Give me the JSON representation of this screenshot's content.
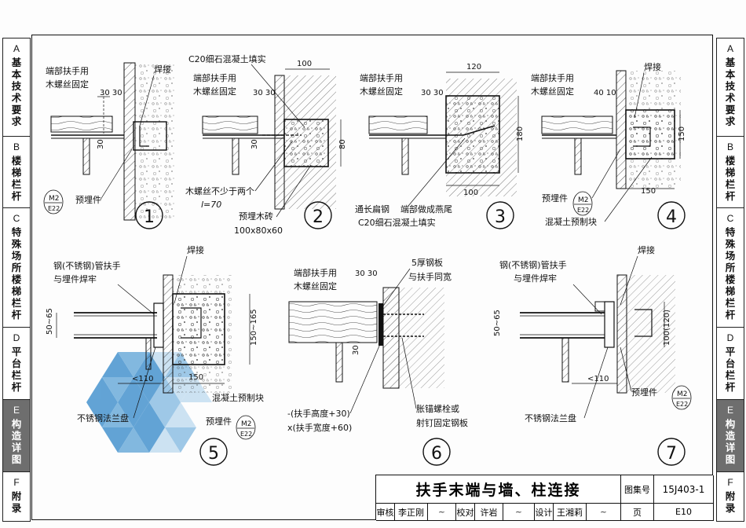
{
  "sidebar_left": [
    {
      "letter": "A",
      "name": "基本技术要求"
    },
    {
      "letter": "B",
      "name": "楼梯栏杆"
    },
    {
      "letter": "C",
      "name": "特殊场所楼梯栏杆"
    },
    {
      "letter": "D",
      "name": "平台栏杆"
    },
    {
      "letter": "E",
      "name": "构造详图"
    },
    {
      "letter": "F",
      "name": "附录"
    }
  ],
  "sidebar_right": [
    {
      "letter": "A",
      "name": "基本技术要求"
    },
    {
      "letter": "B",
      "name": "楼梯栏杆"
    },
    {
      "letter": "C",
      "name": "特殊场所楼梯栏杆"
    },
    {
      "letter": "D",
      "name": "平台栏杆"
    },
    {
      "letter": "E",
      "name": "构造详图"
    },
    {
      "letter": "F",
      "name": "附录"
    }
  ],
  "active_tab": "E",
  "details": {
    "d1": {
      "num": "1",
      "label_end": "端部扶手用",
      "label_screw": "木螺丝固定",
      "dim_top": "30 30",
      "dim_side": "30",
      "label_weld": "焊接",
      "label_embed": "预埋件",
      "ref_top": "M2",
      "ref_bottom": "E22"
    },
    "d2": {
      "num": "2",
      "label_fill": "C20细石混凝土填实",
      "label_end": "端部扶手用",
      "label_screw": "木螺丝固定",
      "dim_top": "30 30",
      "dim_width": "100",
      "dim_side": "30",
      "dim_height": "80",
      "label_screws": "木螺丝不少于两个",
      "label_length": "l=70",
      "label_block": "预埋木砖",
      "label_block_size": "100x80x60"
    },
    "d3": {
      "num": "3",
      "label_end": "端部扶手用",
      "label_screw": "木螺丝固定",
      "dim_top": "30 30",
      "dim_width": "120",
      "dim_height": "180",
      "dim_bottom": "100",
      "label_steel": "通长扁钢",
      "label_tail": "端部做成燕尾",
      "label_fill": "C20细石混凝土填实"
    },
    "d4": {
      "num": "4",
      "label_end": "端部扶手用",
      "label_screw": "木螺丝固定",
      "dim_top": "40 10",
      "label_weld": "焊接",
      "dim_height": "150",
      "dim_width": "150",
      "label_embed": "预埋件",
      "ref_top": "M2",
      "ref_bottom": "E22",
      "label_block": "混凝土预制块"
    },
    "d5": {
      "num": "5",
      "label_pipe": "钢(不锈钢)管扶手",
      "label_pipe2": "与埋件焊牢",
      "label_weld": "焊接",
      "dim_pipe": "50~65",
      "dim_height": "150~165",
      "dim_flange": "<110",
      "dim_width": "150",
      "label_block": "混凝土预制块",
      "label_flange": "不锈钢法兰盘",
      "label_embed": "预埋件",
      "ref_top": "M2",
      "ref_bottom": "E22"
    },
    "d6": {
      "num": "6",
      "label_end": "端部扶手用",
      "label_screw": "木螺丝固定",
      "dim_top": "30 30",
      "label_plate": "5厚钢板",
      "label_plate2": "与扶手同宽",
      "dim_side": "30",
      "formula1": "-(扶手高度+30)",
      "formula2": "x(扶手宽度+60)",
      "label_bolt": "胀锚螺栓或",
      "label_bolt2": "射钉固定钢板"
    },
    "d7": {
      "num": "7",
      "label_pipe": "钢(不锈钢)管扶手",
      "label_pipe2": "与埋件焊牢",
      "label_weld": "焊接",
      "dim_pipe": "50~65",
      "dim_height": "100(120)",
      "dim_flange": "<110",
      "label_embed": "预埋件",
      "ref_top": "M2",
      "ref_bottom": "E22",
      "label_flange": "不锈钢法兰盘"
    }
  },
  "title_block": {
    "title": "扶手末端与墙、柱连接",
    "atlas_label": "图集号",
    "atlas_no": "15J403-1",
    "review_label": "审核",
    "reviewer": "李正刚",
    "check_label": "校对",
    "checker": "许岩",
    "design_label": "设计",
    "designer": "王湘莉",
    "page_label": "页",
    "page_no": "E10"
  },
  "colors": {
    "watermark": "#2f86c8",
    "line": "#111111",
    "active_tab": "#6e6e6e"
  }
}
